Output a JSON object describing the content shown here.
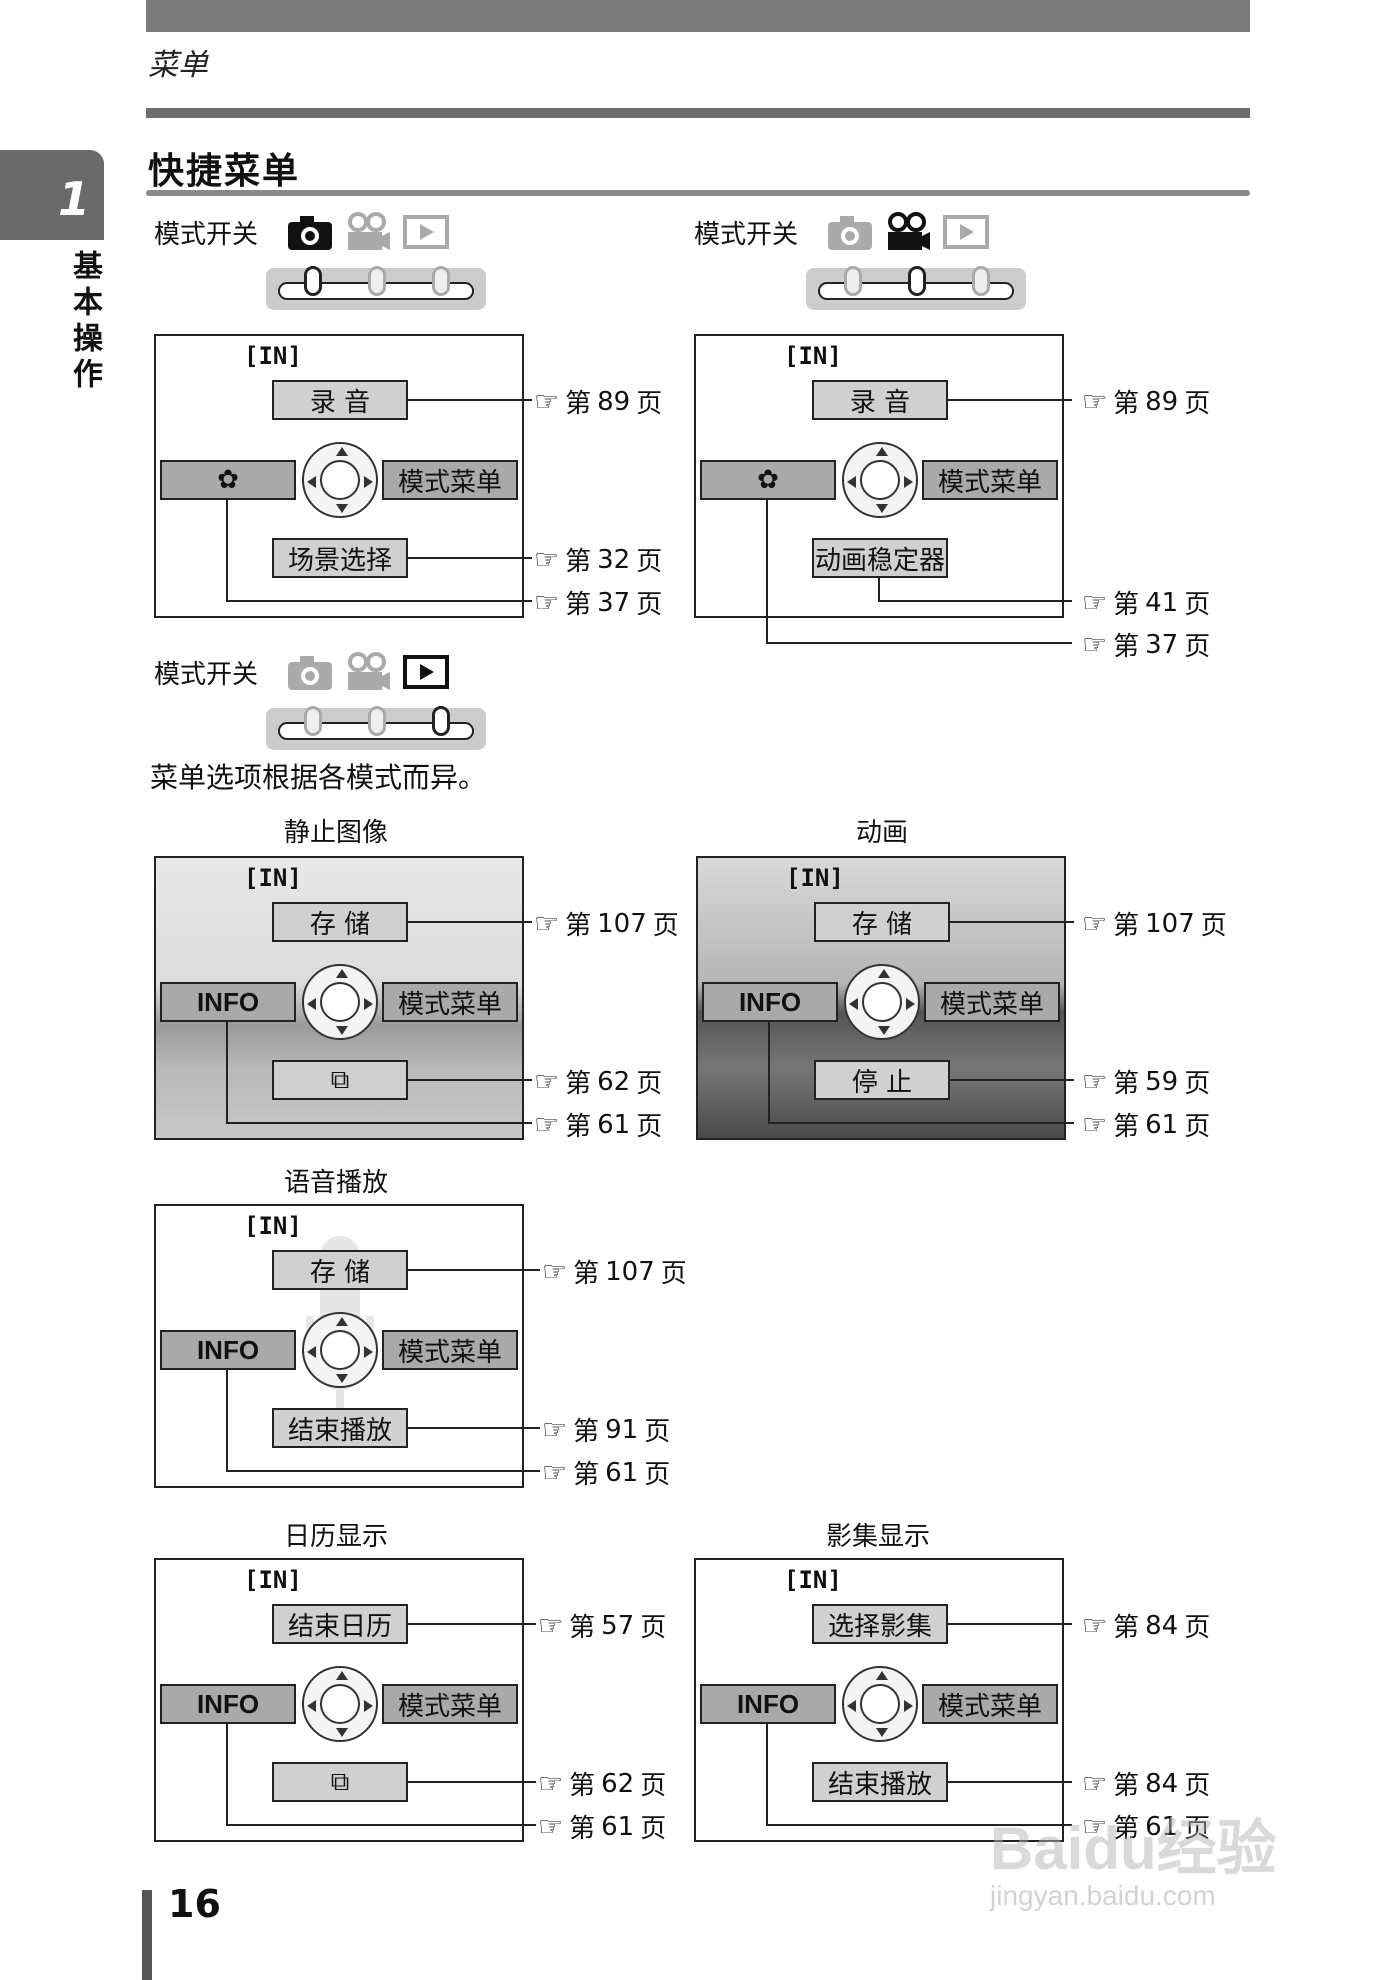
{
  "header": {
    "title": "菜单"
  },
  "section": {
    "title": "快捷菜单"
  },
  "sidebar": {
    "chapter_number": "1",
    "chapter_label": "基本操作"
  },
  "page_number": "16",
  "mode_switch_label": "模式开关",
  "note": "菜单选项根据各模式而异。",
  "lcd_tag": "[IN]",
  "ref_prefix": "第",
  "ref_suffix": "页",
  "captions": {
    "still": "静止图像",
    "movie": "动画",
    "voice": "语音播放",
    "calendar": "日历显示",
    "album": "影集显示"
  },
  "panels": {
    "photo": {
      "top": "录  音",
      "left": "✿",
      "right": "模式菜单",
      "bottom": "场景选择",
      "refs": [
        "89",
        "32",
        "37"
      ]
    },
    "video": {
      "top": "录  音",
      "left": "✿",
      "right": "模式菜单",
      "bottom": "动画稳定器",
      "refs": [
        "89",
        "41",
        "37"
      ]
    },
    "still": {
      "top": "存  储",
      "left": "INFO",
      "right": "模式菜单",
      "bottom": "⧉",
      "refs": [
        "107",
        "62",
        "61"
      ]
    },
    "movie": {
      "top": "存  储",
      "left": "INFO",
      "right": "模式菜单",
      "bottom": "停  止",
      "refs": [
        "107",
        "59",
        "61"
      ]
    },
    "voice": {
      "top": "存  储",
      "left": "INFO",
      "right": "模式菜单",
      "bottom": "结束播放",
      "refs": [
        "107",
        "91",
        "61"
      ]
    },
    "calendar": {
      "top": "结束日历",
      "left": "INFO",
      "right": "模式菜单",
      "bottom": "⧉",
      "refs": [
        "57",
        "62",
        "61"
      ]
    },
    "album": {
      "top": "选择影集",
      "left": "INFO",
      "right": "模式菜单",
      "bottom": "结束播放",
      "refs": [
        "84",
        "84",
        "61"
      ]
    }
  },
  "watermark": {
    "main": "Baidu经验",
    "sub": "jingyan.baidu.com"
  }
}
